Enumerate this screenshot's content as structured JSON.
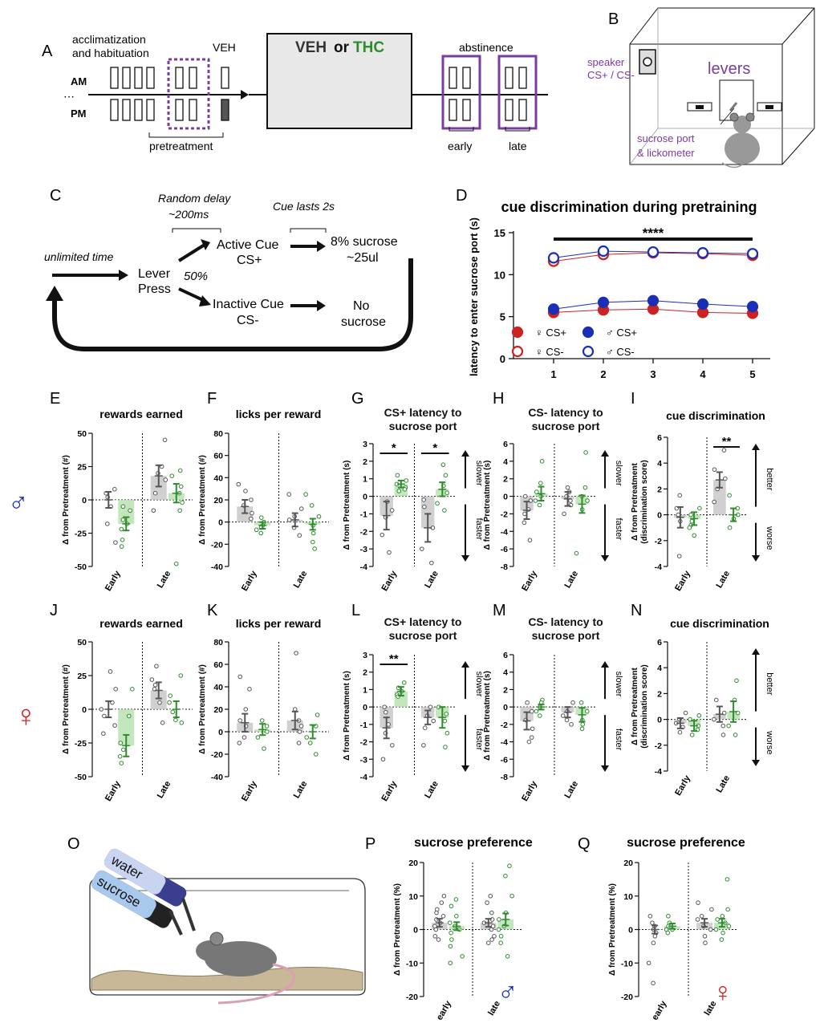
{
  "panel_letters": {
    "A": "A",
    "B": "B",
    "C": "C",
    "D": "D",
    "E": "E",
    "F": "F",
    "G": "G",
    "H": "H",
    "I": "I",
    "J": "J",
    "K": "K",
    "L": "L",
    "M": "M",
    "N": "N",
    "O": "O",
    "P": "P",
    "Q": "Q"
  },
  "colors": {
    "purple": "#7a3ca0",
    "green": "#2e8b2e",
    "light_green": "#b9e2b0",
    "grey": "#c8c8c8",
    "red": "#cc2222",
    "blue": "#1a2fb5",
    "dark": "#222222"
  },
  "panelA": {
    "acclimatization": "acclimatization",
    "and_habituation": "and habituation",
    "veh": "VEH",
    "veh_or": "VEH",
    "or": "or",
    "thc": "THC",
    "abstinence": "abstinence",
    "am": "AM",
    "pm": "PM",
    "ellipsis": "⋯",
    "pretreatment": "pretreatment",
    "early": "early",
    "late": "late"
  },
  "panelB": {
    "speaker": "speaker",
    "cs_pair": "CS+ / CS-",
    "levers": "levers",
    "sucrose_port": "sucrose port",
    "lickometer": "& lickometer"
  },
  "panelC": {
    "random_delay": "Random delay",
    "delay_value": "~200ms",
    "cue_lasts": "Cue lasts 2s",
    "unlimited_time": "unlimited time",
    "lever": "Lever",
    "press": "Press",
    "fifty": "50%",
    "active_cue": "Active Cue",
    "cs_plus": "CS+",
    "sucrose8": "8% sucrose",
    "ul25": "~25ul",
    "inactive_cue": "Inactive Cue",
    "cs_minus": "CS-",
    "no": "No",
    "sucrose": "sucrose"
  },
  "chart_data": [
    {
      "id": "D",
      "type": "line",
      "title": "cue discrimination during pretraining",
      "ylabel": "latency to enter sucrose port (s)",
      "x": [
        1,
        2,
        3,
        4,
        5
      ],
      "ylim": [
        0,
        15
      ],
      "yticks": [
        0,
        5,
        10,
        15
      ],
      "significance": "****",
      "series": [
        {
          "name": "♀ CS+",
          "values": [
            5.5,
            5.8,
            5.9,
            5.5,
            5.4
          ]
        },
        {
          "name": "♂ CS+",
          "values": [
            5.9,
            6.7,
            6.9,
            6.5,
            6.2
          ]
        },
        {
          "name": "♀ CS-",
          "values": [
            11.6,
            12.4,
            12.6,
            12.5,
            12.3
          ]
        },
        {
          "name": "♂ CS-",
          "values": [
            12.0,
            12.8,
            12.7,
            12.6,
            12.5
          ]
        }
      ]
    },
    {
      "id": "E",
      "type": "bar",
      "title": "rewards earned",
      "ylabel": "Δ from Pretreatment (#)",
      "ylim": [
        -50,
        50
      ],
      "yticks": [
        -50,
        -25,
        0,
        25,
        50
      ],
      "categories": [
        "Early",
        "Late"
      ],
      "values": [
        [
          0,
          -18
        ],
        [
          18,
          5
        ]
      ],
      "errors": [
        [
          6,
          5
        ],
        [
          8,
          7
        ]
      ],
      "points": [
        [
          [
            8,
            5,
            2,
            -5,
            -18,
            -32
          ],
          [
            -5,
            -8,
            -15,
            -18,
            -22,
            -30,
            -35
          ]
        ],
        [
          [
            45,
            25,
            20,
            15,
            5,
            -8
          ],
          [
            22,
            18,
            10,
            5,
            -2,
            -8,
            -48
          ]
        ]
      ]
    },
    {
      "id": "F",
      "type": "bar",
      "title": "licks per reward",
      "ylabel": "Δ from Pretreatment (#)",
      "ylim": [
        -40,
        80
      ],
      "yticks": [
        -40,
        -20,
        0,
        20,
        40,
        60,
        80
      ],
      "categories": [
        "Early",
        "Late"
      ],
      "values": [
        [
          14,
          -3
        ],
        [
          2,
          -2
        ]
      ],
      "errors": [
        [
          6,
          3
        ],
        [
          6,
          5
        ]
      ],
      "points": [
        [
          [
            34,
            28,
            20,
            15,
            8,
            3
          ],
          [
            4,
            0,
            -3,
            -5,
            -7,
            -10
          ]
        ],
        [
          [
            25,
            12,
            5,
            2,
            -5,
            -12
          ],
          [
            25,
            15,
            5,
            -3,
            -10,
            -18,
            -24
          ]
        ]
      ]
    },
    {
      "id": "G",
      "type": "bar",
      "title": "CS+ latency to sucrose port",
      "ylabel": "Δ from Pretreatment (s)",
      "ylim": [
        -4,
        3
      ],
      "yticks": [
        -4,
        -3,
        -2,
        -1,
        0,
        1,
        2,
        3
      ],
      "categories": [
        "Early",
        "Late"
      ],
      "values": [
        [
          -1.1,
          0.7
        ],
        [
          -1.8,
          0.4
        ]
      ],
      "errors": [
        [
          0.8,
          0.2
        ],
        [
          0.8,
          0.4
        ]
      ],
      "points": [
        [
          [
            -0.3,
            -0.8,
            -1.2,
            -2.2,
            -3.2
          ],
          [
            1.2,
            0.9,
            0.7,
            0.5,
            0.4,
            0.3
          ]
        ],
        [
          [
            -0.2,
            -0.6,
            -1.8,
            -3.0,
            -3.8
          ],
          [
            1.8,
            1.2,
            0.6,
            0.2,
            -0.4,
            -0.8
          ]
        ]
      ],
      "direction_up": "slower",
      "direction_down": "faster",
      "significance": [
        "*",
        "*"
      ]
    },
    {
      "id": "H",
      "type": "bar",
      "title": "CS- latency to sucrose port",
      "ylabel": "Δ from Pretreatment (s)",
      "ylim": [
        -8,
        6
      ],
      "yticks": [
        -8,
        -6,
        -4,
        -2,
        0,
        2,
        4,
        6
      ],
      "categories": [
        "Early",
        "Late"
      ],
      "values": [
        [
          -1.6,
          0.3
        ],
        [
          -0.3,
          -0.9
        ]
      ],
      "errors": [
        [
          1.0,
          0.8
        ],
        [
          0.8,
          1.0
        ]
      ],
      "points": [
        [
          [
            0,
            -0.5,
            -1.5,
            -2.0,
            -3.0,
            -5.0
          ],
          [
            4.0,
            1.5,
            0.5,
            0,
            -0.5,
            -1.0
          ]
        ],
        [
          [
            1.0,
            0.5,
            0,
            -0.5,
            -1.0,
            -2.0
          ],
          [
            5.0,
            1.0,
            0,
            -0.5,
            -1.5,
            -6.5
          ]
        ]
      ],
      "direction_up": "slower",
      "direction_down": "faster"
    },
    {
      "id": "I",
      "type": "bar",
      "title": "cue discrimination",
      "ylabel": "Δ from Pretreatment (discrimination score)",
      "ylim": [
        -4,
        6
      ],
      "yticks": [
        -4,
        -2,
        0,
        2,
        4,
        6
      ],
      "categories": [
        "Early",
        "Late"
      ],
      "values": [
        [
          -0.2,
          -0.3
        ],
        [
          2.7,
          0.0
        ]
      ],
      "errors": [
        [
          0.8,
          0.5
        ],
        [
          0.6,
          0.5
        ]
      ],
      "points": [
        [
          [
            1.5,
            0.5,
            0,
            -0.5,
            -3.2
          ],
          [
            0.5,
            0,
            -0.5,
            -0.8,
            -1.0,
            -1.6
          ]
        ],
        [
          [
            5.0,
            3.5,
            2.8,
            2.0,
            1.0
          ],
          [
            1.5,
            0.5,
            0,
            -0.3,
            -1.0
          ]
        ]
      ],
      "direction_up": "better",
      "direction_down": "worse",
      "significance": [
        null,
        "**"
      ]
    },
    {
      "id": "J",
      "type": "bar",
      "title": "rewards earned",
      "ylabel": "Δ from Pretreatment (#)",
      "ylim": [
        -50,
        50
      ],
      "yticks": [
        -50,
        -25,
        0,
        25,
        50
      ],
      "categories": [
        "Early",
        "Late"
      ],
      "values": [
        [
          0,
          -27
        ],
        [
          14,
          0
        ]
      ],
      "errors": [
        [
          6,
          8
        ],
        [
          6,
          6
        ]
      ],
      "points": [
        [
          [
            28,
            15,
            5,
            0,
            -5,
            -12,
            -18
          ],
          [
            15,
            -5,
            -25,
            -30,
            -35,
            -40
          ]
        ],
        [
          [
            32,
            22,
            18,
            15,
            5,
            -10
          ],
          [
            25,
            10,
            5,
            -2,
            -8,
            -10
          ]
        ]
      ]
    },
    {
      "id": "K",
      "type": "bar",
      "title": "licks per reward",
      "ylabel": "Δ from Pretreatment (#)",
      "ylim": [
        -40,
        80
      ],
      "yticks": [
        -40,
        -20,
        0,
        20,
        40,
        60,
        80
      ],
      "categories": [
        "Early",
        "Late"
      ],
      "values": [
        [
          8,
          2
        ],
        [
          10,
          0
        ]
      ],
      "errors": [
        [
          8,
          5
        ],
        [
          8,
          6
        ]
      ],
      "points": [
        [
          [
            49,
            38,
            20,
            10,
            5,
            -5,
            -10
          ],
          [
            10,
            5,
            0,
            -5,
            -15
          ]
        ],
        [
          [
            70,
            20,
            10,
            5,
            0,
            -10
          ],
          [
            15,
            5,
            -5,
            -10,
            -20
          ]
        ]
      ]
    },
    {
      "id": "L",
      "type": "bar",
      "title": "CS+ latency to sucrose port",
      "ylabel": "Δ from Pretreatment (s)",
      "ylim": [
        -4,
        3
      ],
      "yticks": [
        -4,
        -3,
        -2,
        -1,
        0,
        1,
        2,
        3
      ],
      "categories": [
        "Early",
        "Late"
      ],
      "values": [
        [
          -1.2,
          0.9
        ],
        [
          -0.6,
          -0.6
        ]
      ],
      "errors": [
        [
          0.6,
          0.25
        ],
        [
          0.4,
          0.6
        ]
      ],
      "points": [
        [
          [
            0,
            -0.3,
            -1.0,
            -1.5,
            -2.2,
            -3.0
          ],
          [
            1.4,
            1.1,
            0.9,
            0.7,
            0.6
          ]
        ],
        [
          [
            0,
            -0.5,
            -0.8,
            -1.2,
            -2.2
          ],
          [
            0,
            -0.4,
            -0.8,
            -1.5,
            -2.3
          ]
        ]
      ],
      "direction_up": "slower",
      "direction_down": "faster",
      "significance": [
        "**",
        null
      ]
    },
    {
      "id": "M",
      "type": "bar",
      "title": "CS- latency to sucrose port",
      "ylabel": "Δ from Pretreatment (s)",
      "ylim": [
        -8,
        6
      ],
      "yticks": [
        -8,
        -6,
        -4,
        -2,
        0,
        2,
        4,
        6
      ],
      "categories": [
        "Early",
        "Late"
      ],
      "values": [
        [
          -1.6,
          0.0
        ],
        [
          -0.6,
          -0.9
        ]
      ],
      "errors": [
        [
          1.0,
          0.3
        ],
        [
          0.6,
          0.8
        ]
      ],
      "points": [
        [
          [
            0.5,
            -0.5,
            -1.5,
            -2.5,
            -3.5,
            -4.0
          ],
          [
            0.8,
            0.5,
            0,
            -0.5,
            -1.0
          ]
        ],
        [
          [
            0.5,
            -0.5,
            -1.0,
            -1.5,
            -2.0
          ],
          [
            0.5,
            -0.5,
            -1.5,
            -2.0,
            -2.5
          ]
        ]
      ],
      "direction_up": "slower",
      "direction_down": "faster"
    },
    {
      "id": "N",
      "type": "bar",
      "title": "cue discrimination",
      "ylabel": "Δ from Pretreatment (discrimination score)",
      "ylim": [
        -4,
        6
      ],
      "yticks": [
        -4,
        -2,
        0,
        2,
        4,
        6
      ],
      "categories": [
        "Early",
        "Late"
      ],
      "values": [
        [
          -0.3,
          -0.5
        ],
        [
          0.4,
          0.6
        ]
      ],
      "errors": [
        [
          0.4,
          0.4
        ],
        [
          0.6,
          0.8
        ]
      ],
      "points": [
        [
          [
            0.5,
            0,
            -0.3,
            -0.6,
            -1.0
          ],
          [
            0.3,
            0,
            -0.5,
            -0.8,
            -1.2
          ]
        ],
        [
          [
            1.5,
            0.5,
            0,
            -0.5,
            -1.2
          ],
          [
            3.0,
            1.5,
            0.5,
            -0.5,
            -1.2
          ]
        ]
      ],
      "direction_up": "better",
      "direction_down": "worse"
    },
    {
      "id": "P",
      "type": "bar",
      "title": "sucrose preference",
      "ylabel": "Δ from Pretreatment (%)",
      "ylim": [
        -20,
        20
      ],
      "yticks": [
        -20,
        -10,
        0,
        10,
        20
      ],
      "categories": [
        "early",
        "late"
      ],
      "values": [
        [
          2,
          1
        ],
        [
          2,
          3
        ]
      ],
      "errors": [
        [
          1.2,
          1.2
        ],
        [
          1.2,
          1.8
        ]
      ],
      "points": [
        [
          [
            10,
            8,
            6,
            5,
            4,
            3,
            2,
            1,
            0,
            -2,
            -3
          ],
          [
            9,
            7,
            4,
            2,
            1,
            0,
            -1,
            -3,
            -5,
            -8,
            -10
          ]
        ],
        [
          [
            10,
            8,
            5,
            3,
            2,
            1,
            0,
            -2,
            -3,
            -4
          ],
          [
            19,
            16,
            10,
            5,
            3,
            1,
            0,
            -2,
            -4,
            -8
          ]
        ]
      ]
    },
    {
      "id": "Q",
      "type": "bar",
      "title": "sucrose preference",
      "ylabel": "Δ from Pretreatment (%)",
      "ylim": [
        -20,
        20
      ],
      "yticks": [
        -20,
        -10,
        0,
        10,
        20
      ],
      "categories": [
        "early",
        "late"
      ],
      "values": [
        [
          0,
          1
        ],
        [
          2,
          2
        ]
      ],
      "errors": [
        [
          1.2,
          0.8
        ],
        [
          1.2,
          1.2
        ]
      ],
      "points": [
        [
          [
            4,
            2,
            1,
            0,
            -1,
            -2,
            -4,
            -10,
            -16
          ],
          [
            4,
            2,
            1,
            0,
            0,
            -1
          ]
        ],
        [
          [
            8,
            6,
            4,
            3,
            1,
            0,
            -2,
            -4
          ],
          [
            15,
            6,
            4,
            3,
            2,
            1,
            0,
            -1,
            -3
          ]
        ]
      ]
    }
  ],
  "sex_symbols": {
    "male": "♂",
    "female": "♀"
  }
}
